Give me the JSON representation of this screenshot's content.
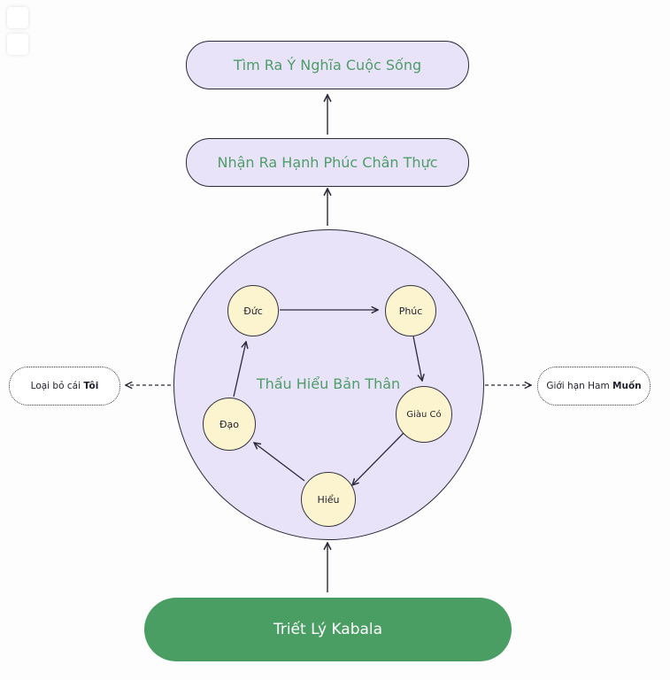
{
  "nodes": {
    "meaning": "Tìm Ra Ý Nghĩa Cuộc Sống",
    "happiness": "Nhận Ra Hạnh Phúc Chân Thực",
    "center": "Thấu Hiểu Bản Thân",
    "base": "Triết Lý Kabala"
  },
  "cycle": {
    "duc": "Đức",
    "phuc": "Phúc",
    "giau_co": "Giàu Có",
    "hieu": "Hiểu",
    "dao": "Đạo"
  },
  "notes": {
    "left": {
      "prefix": "Loại bỏ cái ",
      "bold": "Tôi"
    },
    "right": {
      "prefix": "Giới hạn Ham ",
      "bold": "Muốn"
    }
  },
  "colors": {
    "lavender_fill": "#e8e3f8",
    "cream_fill": "#fcf4cf",
    "green_text": "#4f9d68",
    "green_fill": "#4a9e64",
    "stroke": "#2b2b3a"
  }
}
